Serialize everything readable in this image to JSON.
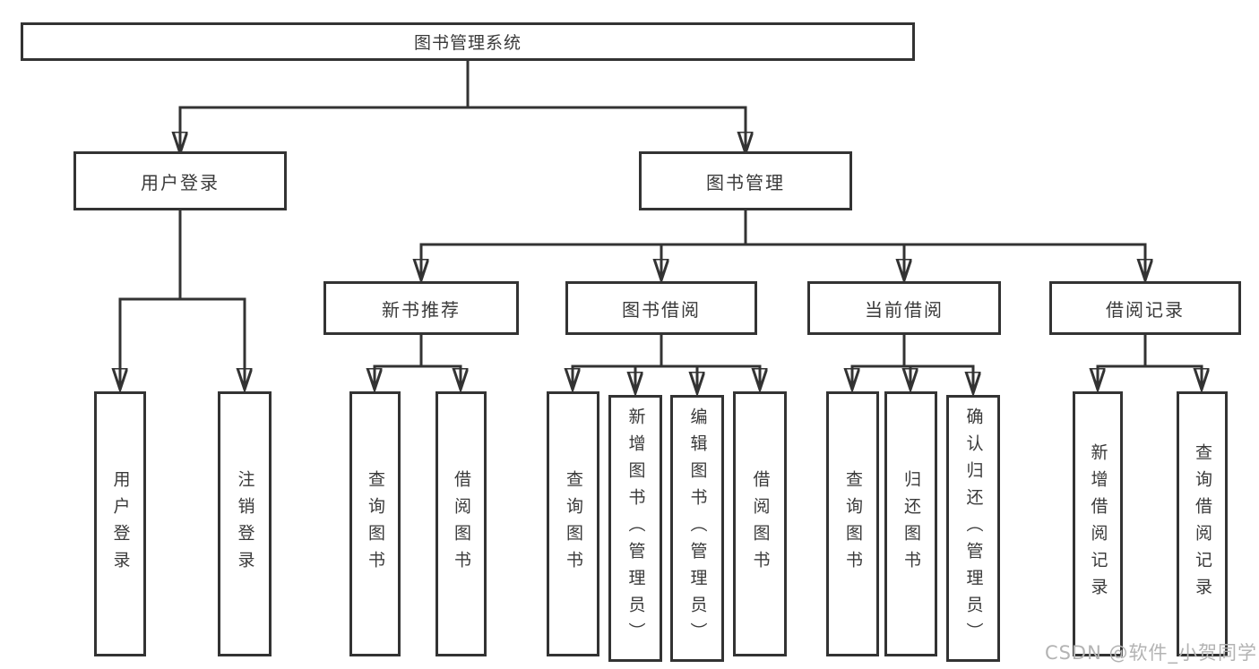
{
  "diagram": {
    "root": {
      "label": "图书管理系统"
    },
    "branches": [
      {
        "label": "用户登录",
        "children": [
          {
            "label": "用户登录"
          },
          {
            "label": "注销登录"
          }
        ]
      },
      {
        "label": "图书管理",
        "children": [
          {
            "label": "新书推荐",
            "children": [
              {
                "label": "查询图书"
              },
              {
                "label": "借阅图书"
              }
            ]
          },
          {
            "label": "图书借阅",
            "children": [
              {
                "label": "查询图书"
              },
              {
                "label": "新增图书（管理员）"
              },
              {
                "label": "编辑图书（管理员）"
              },
              {
                "label": "借阅图书"
              }
            ]
          },
          {
            "label": "当前借阅",
            "children": [
              {
                "label": "查询图书"
              },
              {
                "label": "归还图书"
              },
              {
                "label": "确认归还（管理员）"
              }
            ]
          },
          {
            "label": "借阅记录",
            "children": [
              {
                "label": "新增借阅记录"
              },
              {
                "label": "查询借阅记录"
              }
            ]
          }
        ]
      }
    ]
  },
  "watermark": {
    "text": "CSDN @软件_小贺同学"
  },
  "colors": {
    "line": "#333333",
    "box_border": "#333333",
    "text": "#3a3a3a",
    "watermark": "#b3b3b3",
    "background": "#ffffff"
  }
}
